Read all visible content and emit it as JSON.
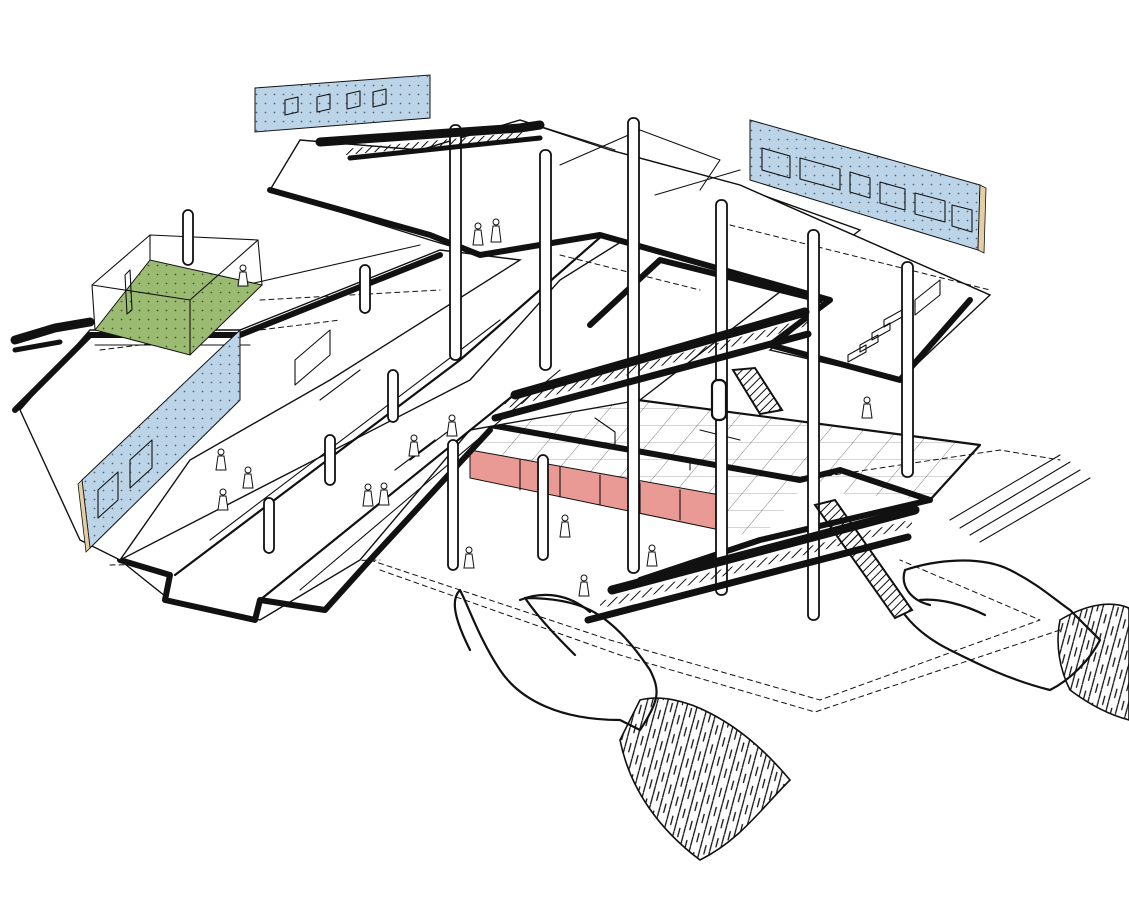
{
  "colors": {
    "ink": "#111111",
    "panel_blue": "#bcd4e8",
    "panel_edge": "#e4cfa4",
    "green_room": "#9cbb72",
    "red_wall": "#e99a94",
    "paper": "#ffffff"
  },
  "elements": {
    "levels": [
      "upper-level",
      "mezzanine-level",
      "concourse-level",
      "ground-level"
    ],
    "wall_panels": 4,
    "escalators": 5,
    "hands": 2
  }
}
